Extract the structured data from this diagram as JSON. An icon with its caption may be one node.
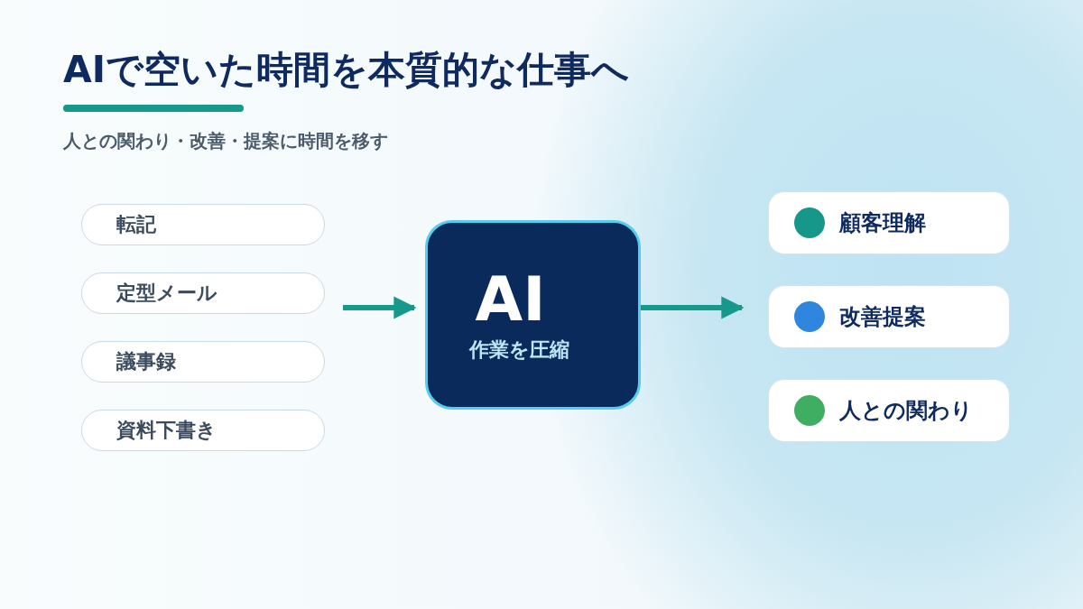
{
  "diagram": {
    "title": "AIで空いた時間を本質的な仕事へ",
    "nodes": [
      {
        "text": [
          "転記"
        ]
      },
      {
        "text": [
          "定型メール"
        ]
      },
      {
        "text": [
          "議事録"
        ]
      },
      {
        "text": [
          "資料下書き"
        ]
      },
      {
        "text": [
          "AI",
          "作業を圧縮"
        ]
      },
      {
        "text": [
          "顧客理解"
        ]
      },
      {
        "text": [
          "改善提案"
        ]
      },
      {
        "text": [
          "人との関わり"
        ]
      }
    ],
    "edges": [
      {
        "from": null,
        "to": 4,
        "arrow": "to"
      },
      {
        "from": 4,
        "to": 6,
        "arrow": "to"
      }
    ],
    "labels": [
      "人との関わり・改善・提案に時間を移す"
    ]
  }
}
